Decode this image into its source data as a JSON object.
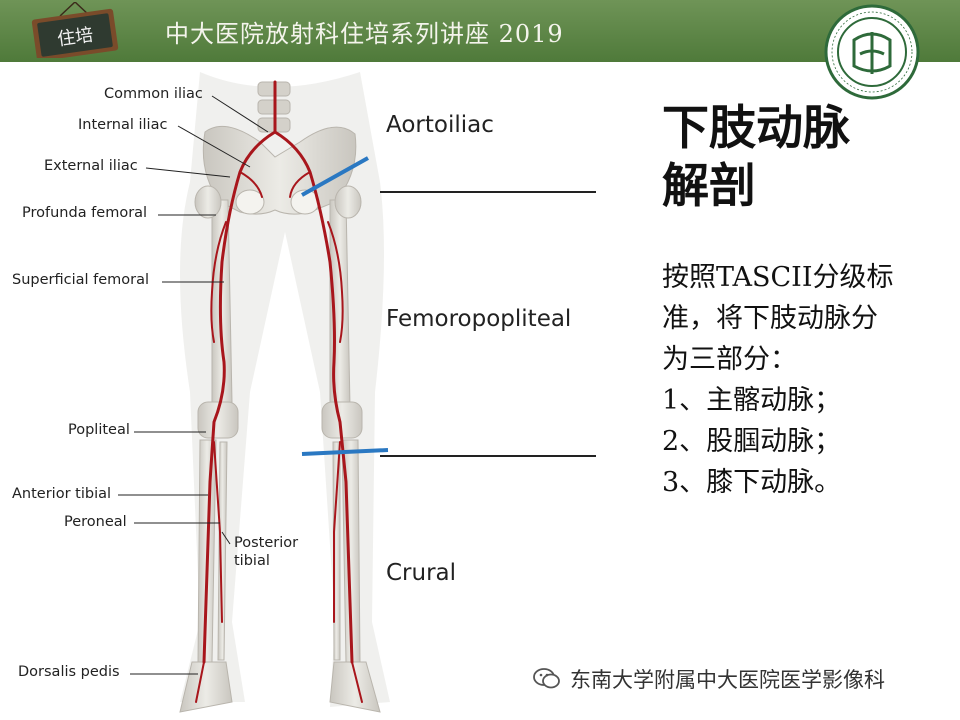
{
  "header": {
    "title": "中大医院放射科住培系列讲座 2019",
    "badge_text": "住培"
  },
  "slide": {
    "title_lines": [
      "下肢动脉",
      "解剖"
    ],
    "body_lines": [
      "按照TASCII分级标",
      "准，将下肢动脉分",
      "为三部分：",
      "1、主髂动脉；",
      "2、股腘动脉；",
      "3、膝下动脉。"
    ]
  },
  "diagram": {
    "labels": {
      "common_iliac": "Common iliac",
      "internal_iliac": "Internal iliac",
      "external_iliac": "External iliac",
      "profunda_femoral": "Profunda femoral",
      "superficial_femoral": "Superficial femoral",
      "popliteal": "Popliteal",
      "anterior_tibial": "Anterior tibial",
      "peroneal": "Peroneal",
      "posterior_tibial_1": "Posterior",
      "posterior_tibial_2": "tibial",
      "dorsalis_pedis": "Dorsalis pedis"
    },
    "segments": {
      "aortoiliac": "Aortoiliac",
      "femoropopliteal": "Femoropopliteal",
      "crural": "Crural"
    }
  },
  "watermark": {
    "text": "东南大学附属中大医院医学影像科"
  },
  "colors": {
    "header_green": "#5a8543",
    "artery_red": "#a8161c",
    "marker_blue": "#2a78c2",
    "bone": "#d9d6cf"
  }
}
